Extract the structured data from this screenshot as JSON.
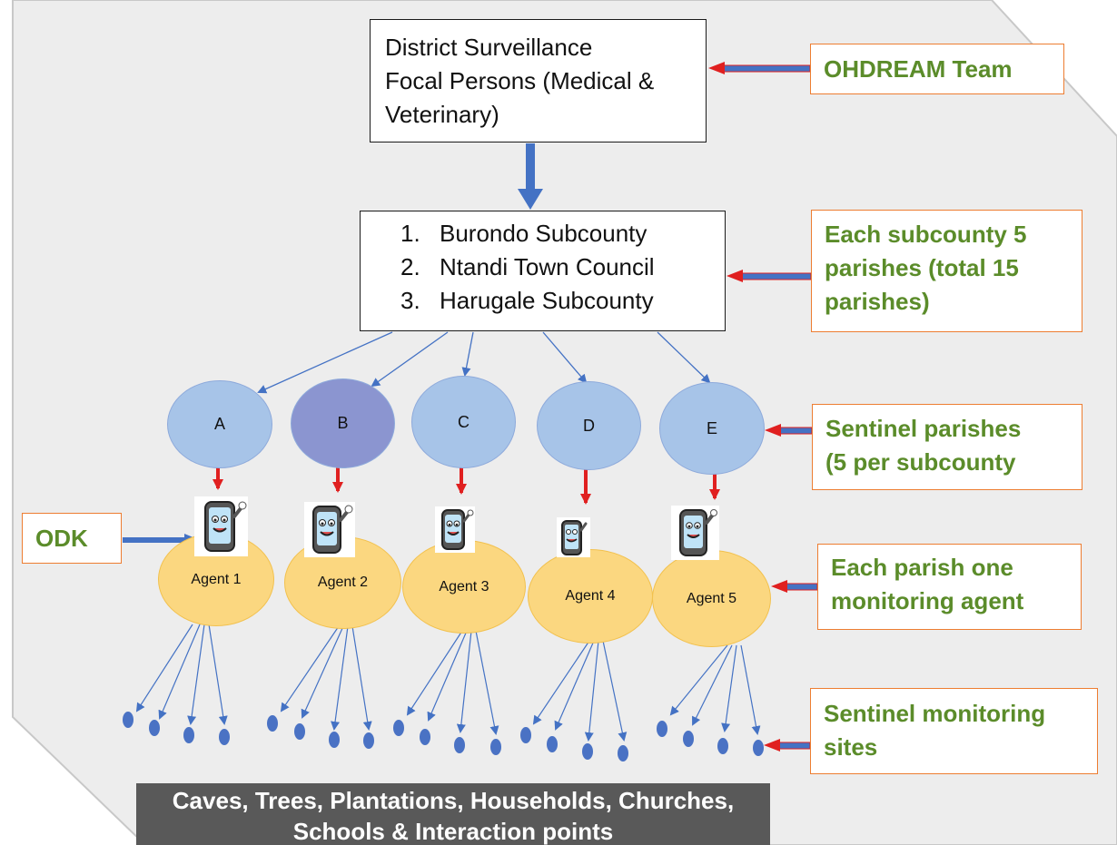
{
  "colors": {
    "background": "#ededed",
    "note_border": "#ed7d31",
    "note_text": "#5b8c2a",
    "parish_circle": "#a7c4e8",
    "parish_circle_b": "#8b95d0",
    "agent_fill": "#fbd780",
    "arrow_blue": "#4472c4",
    "arrow_red": "#e02020",
    "footer_bg": "#595959"
  },
  "top_box": {
    "lines": [
      "District Surveillance",
      "Focal Persons (Medical &",
      "Veterinary)"
    ]
  },
  "subcounty_box": {
    "items": [
      {
        "number": "1.",
        "label": "Burondo Subcounty"
      },
      {
        "number": "2.",
        "label": "Ntandi Town Council"
      },
      {
        "number": "3.",
        "label": "Harugale Subcounty"
      }
    ]
  },
  "notes": {
    "team": {
      "lines": [
        "OHDREAM Team"
      ]
    },
    "subcounty": {
      "lines": [
        "Each subcounty 5",
        "parishes (total 15",
        "parishes)"
      ]
    },
    "parishes": {
      "lines": [
        "Sentinel parishes",
        "(5 per subcounty"
      ]
    },
    "agent": {
      "lines": [
        "Each parish one",
        "monitoring agent"
      ]
    },
    "sites": {
      "lines": [
        "Sentinel monitoring",
        "sites"
      ]
    },
    "odk": {
      "lines": [
        "ODK"
      ]
    }
  },
  "parishes": [
    "A",
    "B",
    "C",
    "D",
    "E"
  ],
  "agents": [
    "Agent 1",
    "Agent 2",
    "Agent 3",
    "Agent 4",
    "Agent 5"
  ],
  "phone_icon": "smartphone-mascot-icon",
  "footer": {
    "lines": [
      "Caves, Trees, Plantations, Households, Churches,",
      "Schools & Interaction points"
    ]
  }
}
